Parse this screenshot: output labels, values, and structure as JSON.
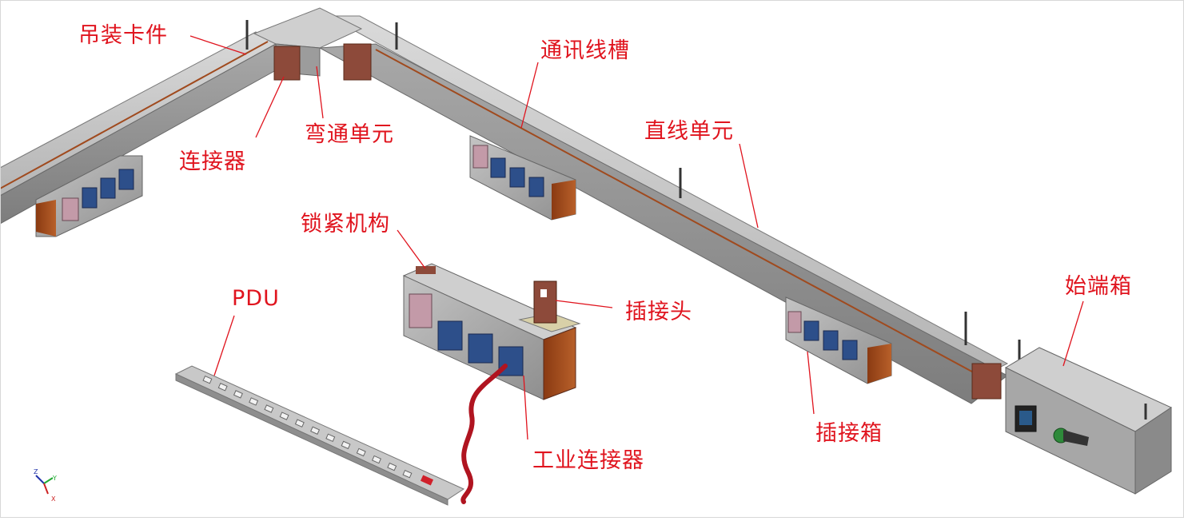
{
  "labels": {
    "hanger_clip": "吊装卡件",
    "connector": "连接器",
    "bend_unit": "弯通单元",
    "comm_trough": "通讯线槽",
    "straight_unit": "直线单元",
    "lock_mechanism": "锁紧机构",
    "plug_head": "插接头",
    "pdu": "PDU",
    "industrial_connector": "工业连接器",
    "plug_box": "插接箱",
    "start_box": "始端箱"
  },
  "axes_triad": {
    "z": "Z",
    "y": "Y",
    "x": "X"
  },
  "colors": {
    "label_red": "#e0141e",
    "leader": "#e0141e",
    "busway_top": "#c9c9c9",
    "busway_side": "#9a9a9a",
    "copper": "#a04a1e",
    "socket_blue": "#2d4f8a",
    "pink_panel": "#c39aa8"
  }
}
